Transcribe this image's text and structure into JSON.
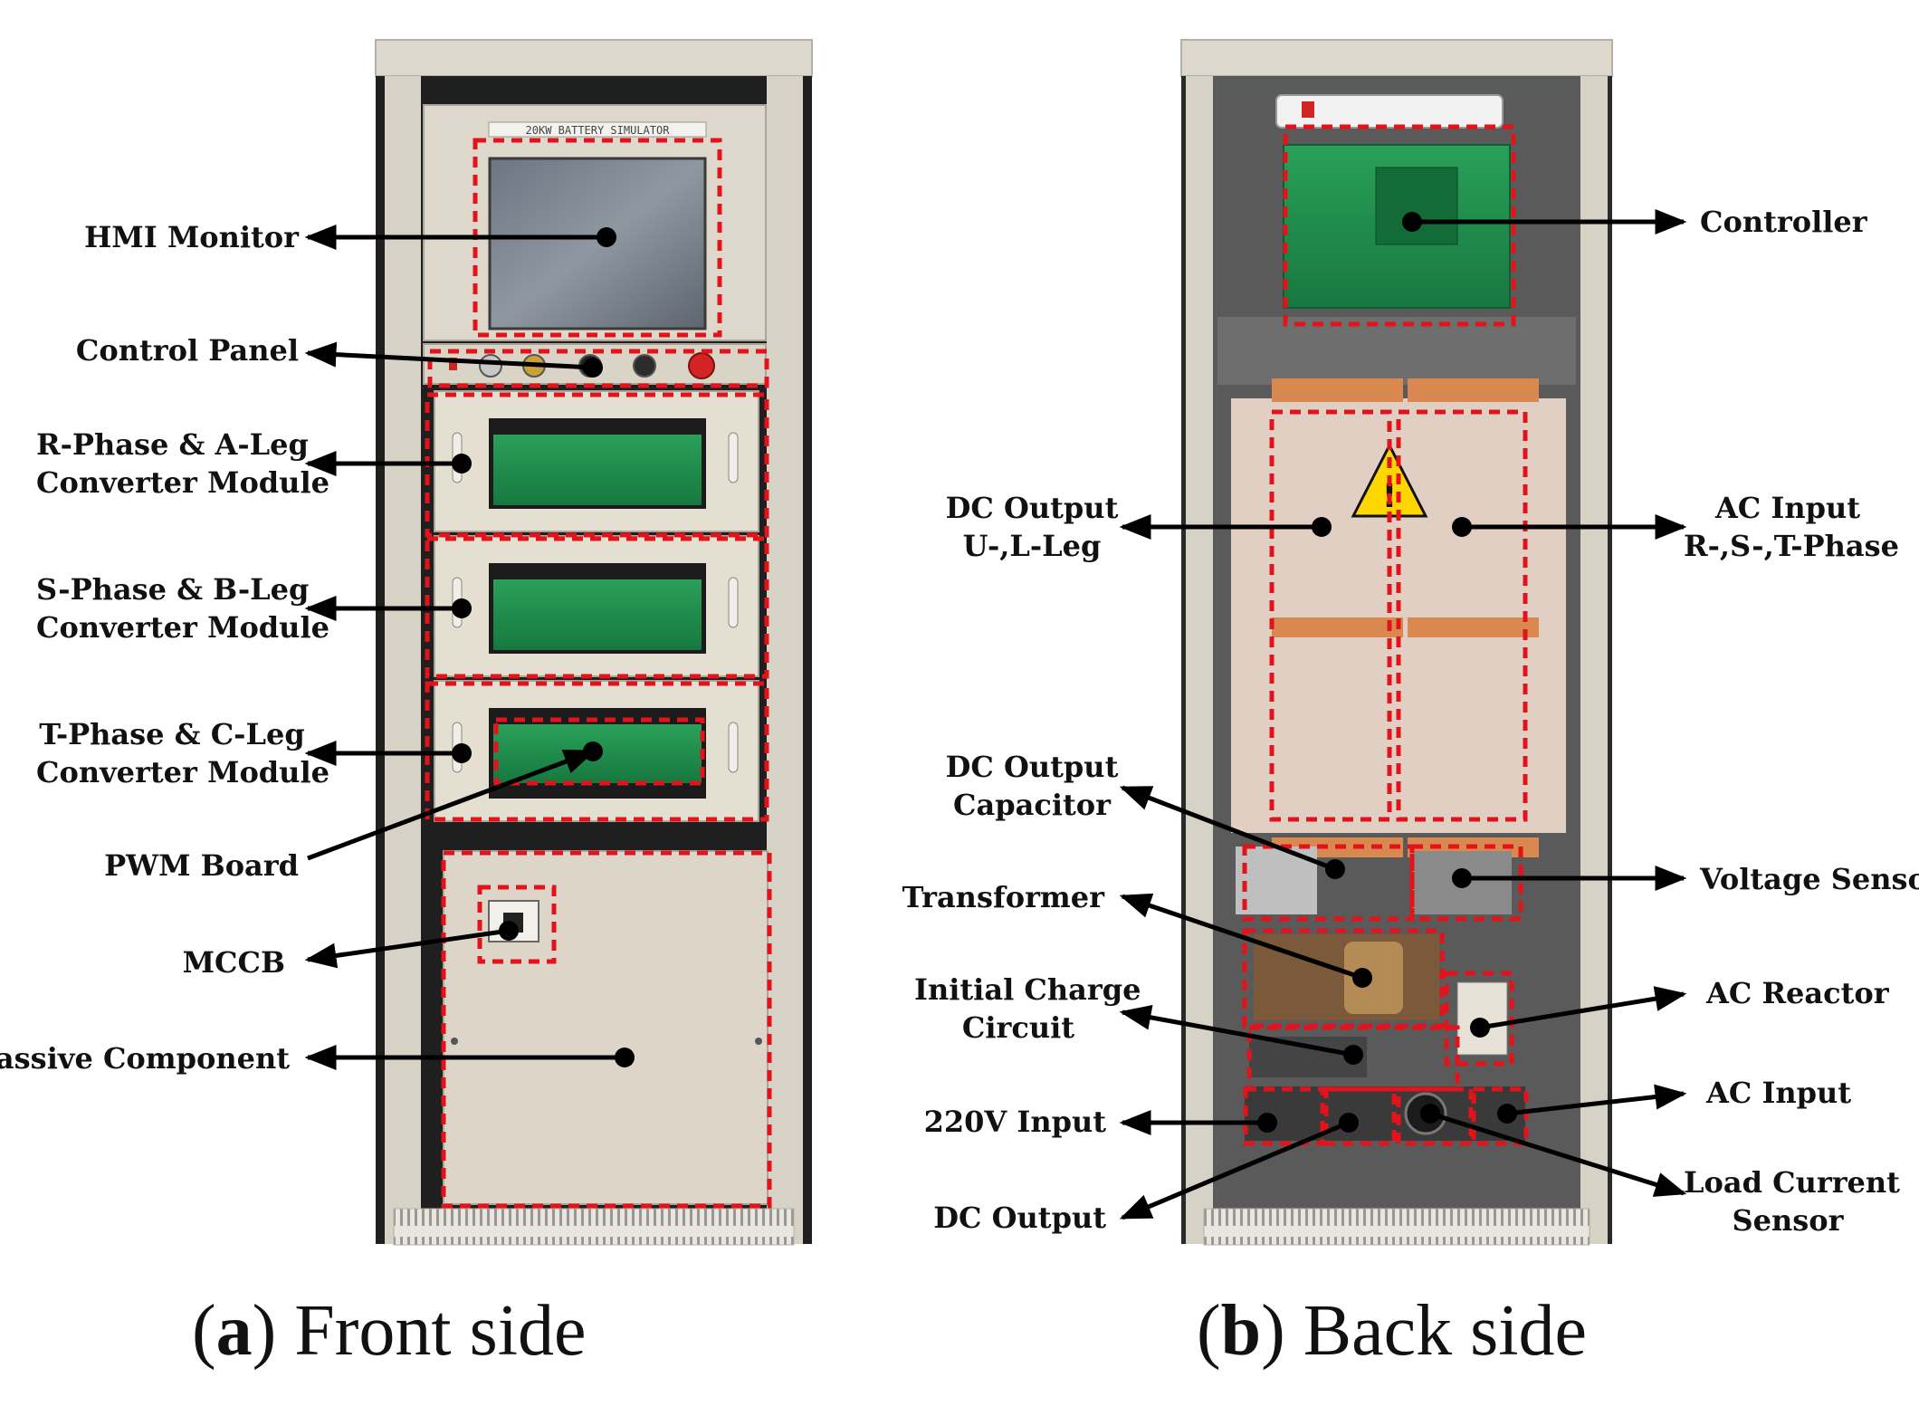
{
  "header_text": "20KW BATTERY SIMULATOR",
  "captions": {
    "front": {
      "letter": "a",
      "text": "Front side"
    },
    "back": {
      "letter": "b",
      "text": "Back side"
    }
  },
  "front_labels": {
    "hmi_monitor": "HMI Monitor",
    "control_panel": "Control Panel",
    "r_phase_1": "R-Phase & A-Leg",
    "r_phase_2": "Converter Module",
    "s_phase_1": "S-Phase & B-Leg",
    "s_phase_2": "Converter Module",
    "t_phase_1": "T-Phase & C-Leg",
    "t_phase_2": "Converter Module",
    "pwm_board": "PWM Board",
    "mccb": "MCCB",
    "passive_component": "Passive Component"
  },
  "back_labels": {
    "controller": "Controller",
    "dc_output_leg_1": "DC Output",
    "dc_output_leg_2": "U-,L-Leg",
    "ac_input_phase_1": "AC Input",
    "ac_input_phase_2": "R-,S-,T-Phase",
    "dc_output_cap_1": "DC Output",
    "dc_output_cap_2": "Capacitor",
    "voltage_sensor": "Voltage Sensor",
    "transformer": "Transformer",
    "initial_charge_1": "Initial Charge",
    "initial_charge_2": "Circuit",
    "ac_reactor": "AC Reactor",
    "ac_input": "AC Input",
    "input_220v": "220V Input",
    "dc_output": "DC Output",
    "load_current_1": "Load Current",
    "load_current_2": "Sensor"
  },
  "colors": {
    "cabinet": "#e6e0d2",
    "frame": "#d8d4c8",
    "dark": "#1e1e1e",
    "pcb": "#1f8f4e",
    "copper": "#d9884f",
    "dashed": "#e3131b",
    "arrow": "#000000"
  }
}
